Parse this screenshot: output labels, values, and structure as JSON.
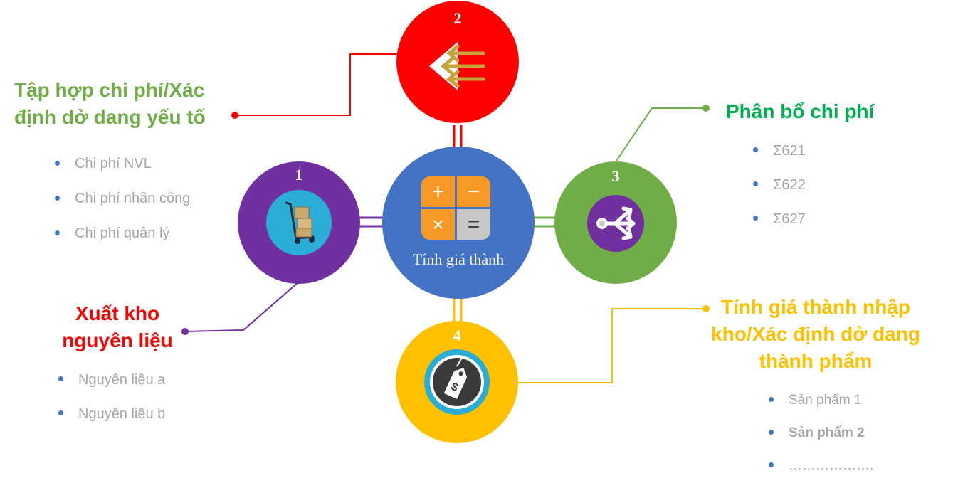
{
  "center": {
    "label": "Tính giá thành",
    "color": "#4472c4"
  },
  "nodes": [
    {
      "number": "1",
      "color": "#7030a0",
      "icon": "hand-truck-boxes-icon"
    },
    {
      "number": "2",
      "color": "#ff0000",
      "icon": "incoming-arrows-icon"
    },
    {
      "number": "3",
      "color": "#70ad47",
      "icon": "split-arrows-icon"
    },
    {
      "number": "4",
      "color": "#ffc000",
      "icon": "price-tag-icon"
    }
  ],
  "groups": {
    "tap_hop": {
      "title_lines": [
        "Tập hợp chi phí/Xác",
        "định dở dang yếu tố"
      ],
      "color": "#70ad47",
      "items": [
        "Chi phí NVL",
        "Chi phí nhân công",
        "Chi phí quản lý"
      ]
    },
    "xuat_kho": {
      "title_lines": [
        "Xuất kho",
        "nguyên liệu"
      ],
      "color": "#ff0000",
      "items": [
        "Nguyên liệu a",
        "Nguyên liệu b"
      ]
    },
    "phan_bo": {
      "title_lines": [
        "Phân bổ chi phí"
      ],
      "color": "#00b050",
      "items": [
        "Σ621",
        "Σ622",
        "Σ627"
      ]
    },
    "tinh_gia": {
      "title_lines": [
        "Tính giá thành nhập",
        "kho/Xác định dở dang",
        "thành phẩm"
      ],
      "color": "#ffc000",
      "items": [
        "Sản phẩm 1",
        "Sản phẩm 2",
        "………………."
      ]
    }
  }
}
